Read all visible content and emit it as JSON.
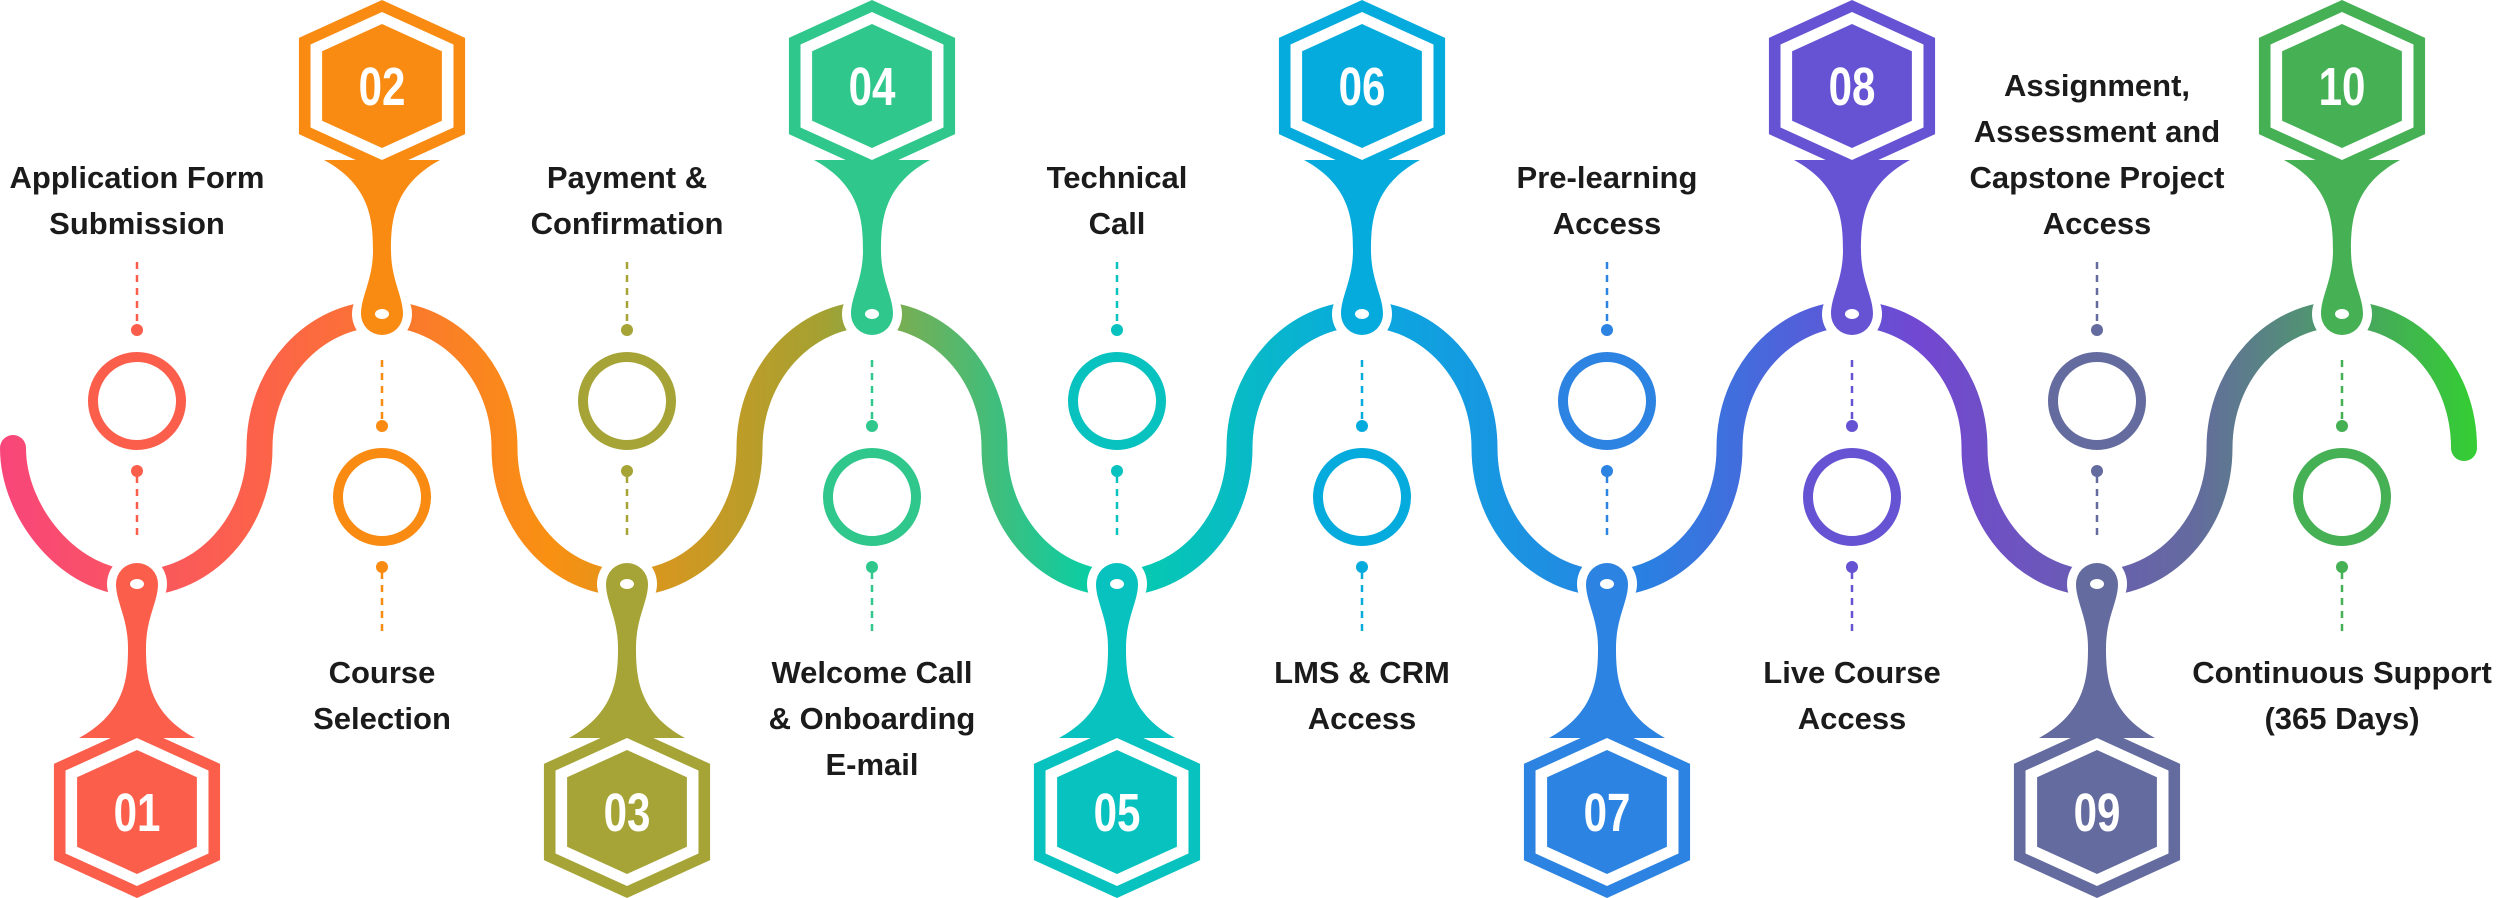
{
  "title": "Course enrollment process",
  "wave_gradient": [
    "#F8467A",
    "#FC6447",
    "#F99012",
    "#A4A132",
    "#05CFA8",
    "#0AA8E0",
    "#2A80E2",
    "#7247D2",
    "#646B9E",
    "#35CC35"
  ],
  "steps": [
    {
      "number": "01",
      "label_lines": [
        "Application Form",
        "Submission"
      ],
      "color": "#FC5E4C"
    },
    {
      "number": "02",
      "label_lines": [
        "Course",
        "Selection"
      ],
      "color": "#F98B13"
    },
    {
      "number": "03",
      "label_lines": [
        "Payment &",
        "Confirmation"
      ],
      "color": "#A6A436"
    },
    {
      "number": "04",
      "label_lines": [
        "Welcome Call",
        "& Onboarding",
        "E-mail"
      ],
      "color": "#2FC78B"
    },
    {
      "number": "05",
      "label_lines": [
        "Technical",
        "Call"
      ],
      "color": "#07C2BE"
    },
    {
      "number": "06",
      "label_lines": [
        "LMS & CRM",
        "Access"
      ],
      "color": "#06ABDD"
    },
    {
      "number": "07",
      "label_lines": [
        "Pre-learning",
        "Access"
      ],
      "color": "#2C83E2"
    },
    {
      "number": "08",
      "label_lines": [
        "Live Course",
        "Access"
      ],
      "color": "#6553D3"
    },
    {
      "number": "09",
      "label_lines": [
        "Assignment,",
        "Assessment and",
        "Capstone Project",
        "Access"
      ],
      "color": "#646B9E"
    },
    {
      "number": "10",
      "label_lines": [
        "Continuous Support",
        "(365 Days)"
      ],
      "color": "#45B054"
    }
  ]
}
